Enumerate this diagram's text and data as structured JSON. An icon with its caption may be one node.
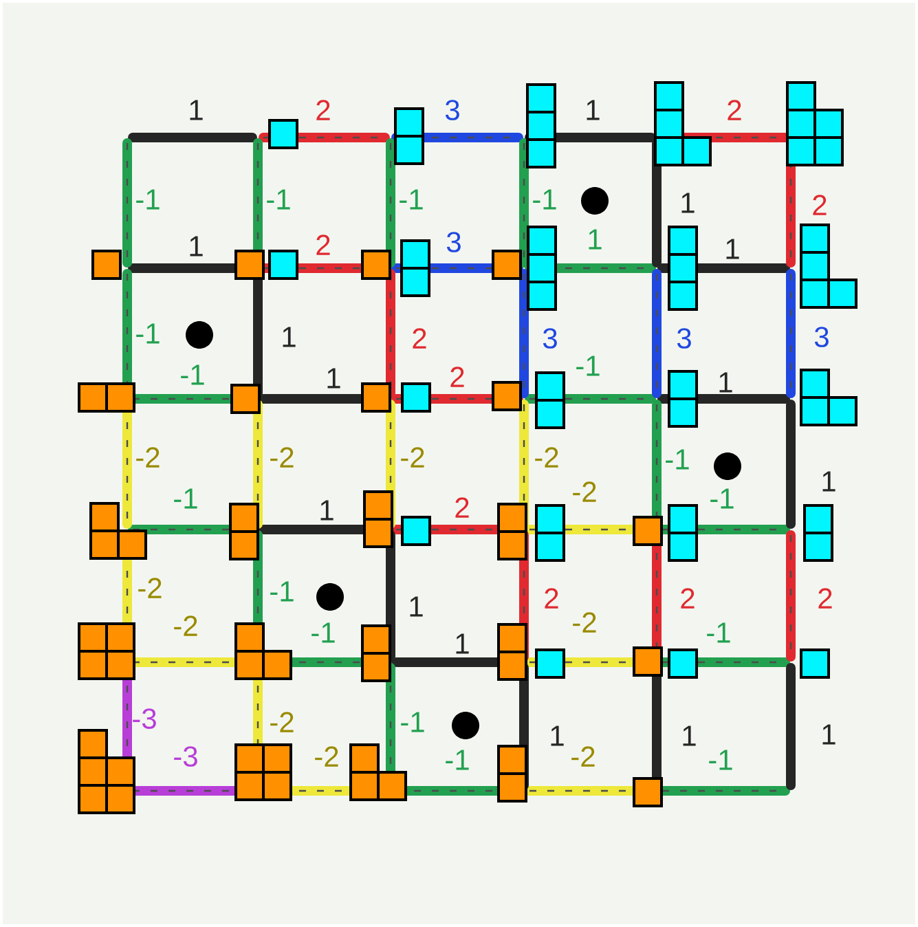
{
  "diagram": {
    "labels": [
      "1",
      "2",
      "3",
      "1",
      "2",
      "-1",
      "-1",
      "-1",
      "-1",
      "1",
      "2",
      "1",
      "2",
      "3",
      "1",
      "1",
      "-1",
      "1",
      "2",
      "3",
      "3",
      "3",
      "-1",
      "1",
      "2",
      "-1",
      "1",
      "-2",
      "-2",
      "-2",
      "-2",
      "-1",
      "1",
      "-1",
      "1",
      "2",
      "-2",
      "-1",
      "-2",
      "-1",
      "1",
      "2",
      "2",
      "2",
      "-2",
      "-1",
      "1",
      "-2",
      "-1",
      "-3",
      "-2",
      "-1",
      "1",
      "1",
      "1",
      "-3",
      "-2",
      "-1",
      "-2",
      "-1"
    ]
  }
}
